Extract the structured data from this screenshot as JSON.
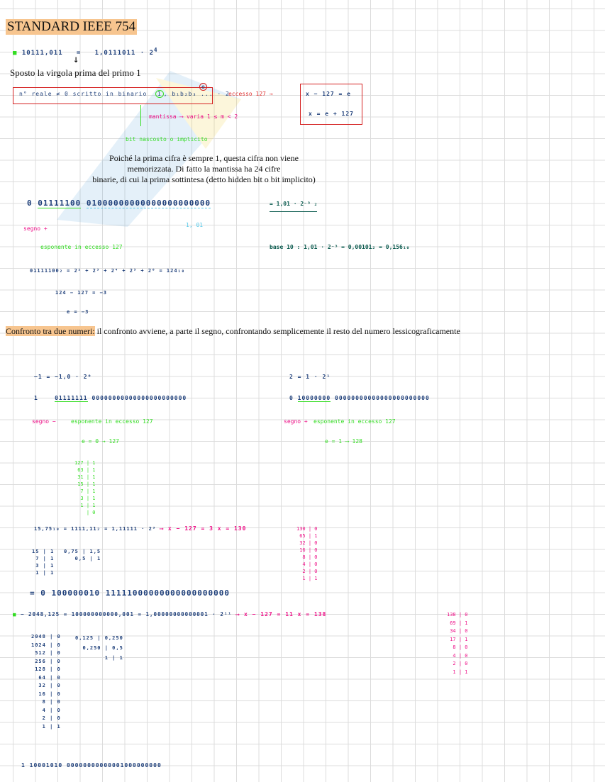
{
  "title": "STANDARD IEEE 754",
  "ex1": {
    "lhs": "10111,011",
    "eq": "=",
    "rhs": "1,0111011 · 2",
    "exp": "4"
  },
  "sposto": "Sposto la virgola prima del primo 1",
  "box": {
    "text": "n° reale ≠ 0 scritto in binario",
    "one": "1",
    "mant": ", b₁b₂b₃ ... · 2",
    "e": "e",
    "eccesso": "eccesso 127 →",
    "eq1": "x − 127 = e",
    "eq2": "x = e + 127"
  },
  "mantissa_note": "mantissa ⟶ varia 1 ≤ m < 2",
  "bit_note": "bit nascosto o implicito",
  "para": [
    "Poiché la prima cifra è sempre 1, questa cifra non viene",
    "memorizzata. Di fatto la mantissa ha 24 cifre",
    "binarie, di cui la prima sottintesa (detto hidden bit o bit implicito)"
  ],
  "ex2": {
    "sign": "0",
    "exponent": "01111100",
    "mantissa": "01000000000000000000000",
    "segno": "segno +",
    "esp": "esponente in eccesso 127",
    "m": "1, 01",
    "result": "= 1,01 · 2⁻³ ₂",
    "base10": "base 10 : 1,01 · 2⁻³ = 0,00101₂ = 0,156₁₀",
    "calc1": "01111100₂ = 2² + 2³ + 2⁴ + 2⁵ + 2⁶ = 124₁₀",
    "calc2": "124 − 127 = −3",
    "calc3": "e = −3"
  },
  "confronto": {
    "bold": "Confronto tra due numeri:",
    "rest": " il confronto avviene, a parte il segno, confrontando semplicemente il resto del numero lessicograficamente"
  },
  "ex3": {
    "head": "−1 = −1,0 · 2⁰",
    "sign": "1",
    "exponent": "01111111",
    "mantissa": "00000000000000000000000",
    "segno": "segno −",
    "esp": "esponente in eccesso 127",
    "e": "e = 0 → 127",
    "div": "127 | 1\n 63 | 1\n 31 | 1\n 15 | 1\n  7 | 1\n  3 | 1\n  1 | 1\n    | 0"
  },
  "ex4": {
    "head": "2 = 1 · 2¹",
    "sign": "0",
    "exponent": "10000000",
    "mantissa": "00000000000000000000000",
    "segno": "segno +",
    "esp": "esponente in eccesso 127",
    "e": "e = 1 ⟶ 128"
  },
  "ex5": {
    "head": "15,75₁₀ = 1111,11₂ = 1,11111 · 2³",
    "arrow": "⟶ x − 127 = 3   x = 130",
    "div1": "15 | 1\n 7 | 1\n 3 | 1\n 1 | 1",
    "div2": "0,75 | 1,5\n 0,5 | 1",
    "div3": "130 | 0\n 65 | 1\n 32 | 0\n 16 | 0\n  8 | 0\n  4 | 0\n  2 | 0\n  1 | 1",
    "result": "= 0  100000010  11111000000000000000000"
  },
  "ex6": {
    "head": "− 2048,125 = 100000000000,001 = 1,00000000000001 · 2¹¹",
    "arrow": "⟶   x − 127 = 11    x = 138",
    "div1": "2048 | 0\n1024 | 0\n 512 | 0\n 256 | 0\n 128 | 0\n  64 | 0\n  32 | 0\n  16 | 0\n   8 | 0\n   4 | 0\n   2 | 0\n   1 | 1",
    "div2": "0,125 | 0,250\n0,250 | 0,5\n    1 | 1",
    "div3": "138 | 0\n 69 | 1\n 34 | 0\n 17 | 1\n  8 | 0\n  4 | 0\n  2 | 0\n  1 | 1",
    "result": "1   10001010   00000000000001000000000"
  }
}
